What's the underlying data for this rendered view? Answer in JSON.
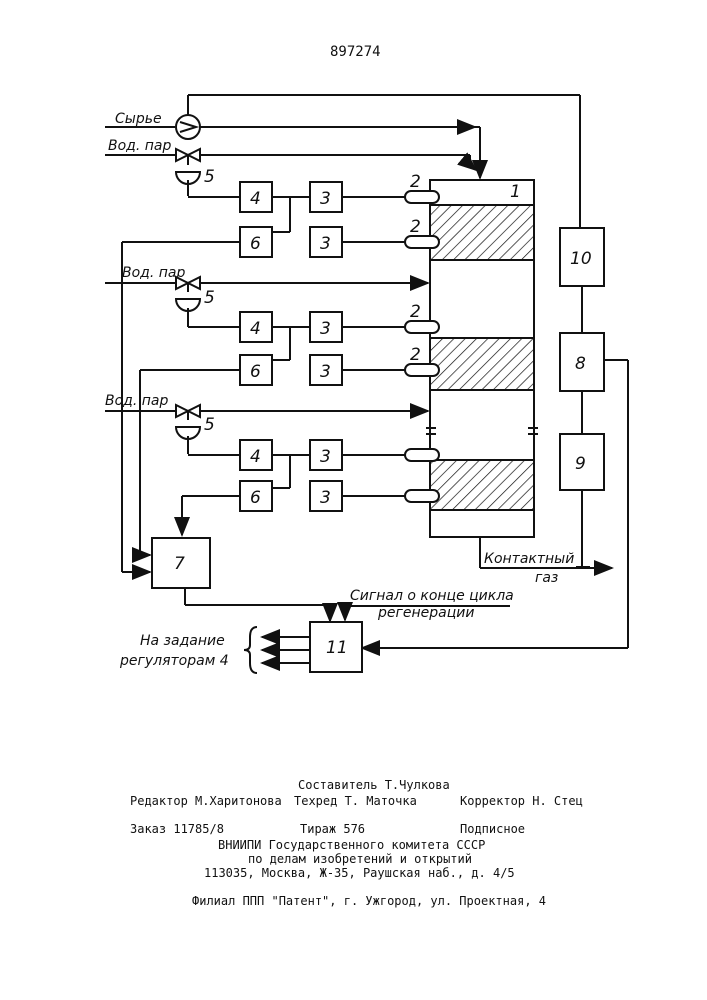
{
  "patent_number": "897274",
  "diagram": {
    "labels": {
      "raw": "Сырье",
      "steam": "Вод. пар",
      "contact_gas_1": "Контактный",
      "contact_gas_2": "газ",
      "signal_1": "Сигнал о конце цикла",
      "signal_2": "регенерации",
      "task_1": "На задание",
      "task_2": "регуляторам 4"
    },
    "numbers": {
      "reactor": "1",
      "sensor": "2",
      "transducer": "3",
      "regulator": "4",
      "valve": "5",
      "unit6": "6",
      "unit7": "7",
      "unit8": "8",
      "unit9": "9",
      "unit10": "10",
      "unit11": "11"
    }
  },
  "footer": {
    "compiler": "Составитель Т.Чулкова",
    "editor": "Редактор М.Харитонова",
    "techred": "Техред Т. Маточка",
    "corrector": "Корректор Н. Стец",
    "order": "Заказ 11785/8",
    "circulation": "Тираж 576",
    "subscription": "Подписное",
    "org_1": "ВНИИПИ Государственного комитета СССР",
    "org_2": "по делам изобретений и открытий",
    "address": "113035, Москва, Ж-35, Раушская наб., д. 4/5",
    "branch": "Филиал ППП \"Патент\", г. Ужгород, ул. Проектная, 4"
  }
}
